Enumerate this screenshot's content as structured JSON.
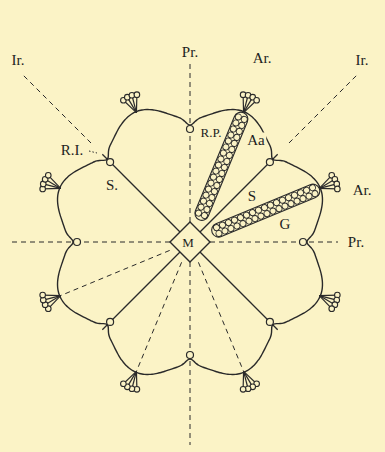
{
  "diagram": {
    "labels": [
      "Pr.",
      "Ir.",
      "Ar.",
      "Ir.",
      "R.P.",
      "Aa",
      "R.I.",
      "S.",
      "S",
      "Ar.",
      "Pr.",
      "G",
      "M"
    ]
  }
}
